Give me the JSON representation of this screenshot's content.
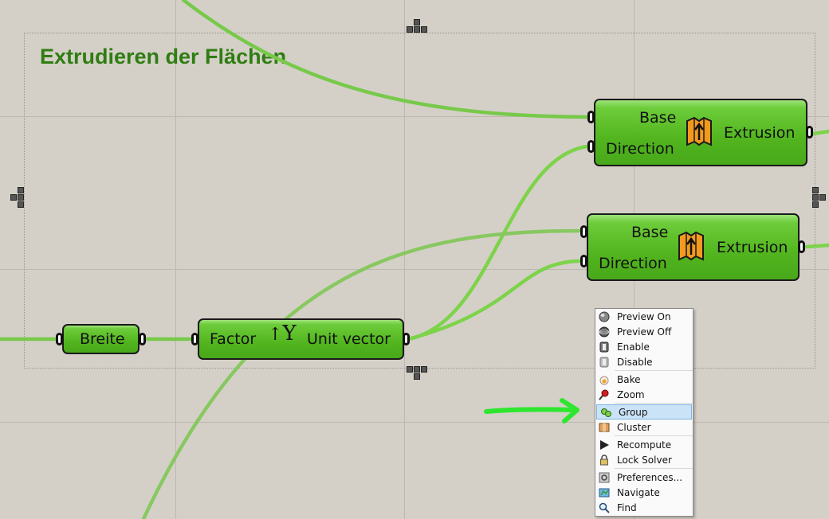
{
  "group": {
    "title": "Extrudieren der Flächen"
  },
  "components": {
    "breite": {
      "label": "Breite"
    },
    "unit_vector": {
      "input": "Factor",
      "icon_glyph": "Y",
      "output": "Unit vector"
    },
    "extrusion_1": {
      "input_base": "Base",
      "input_direction": "Direction",
      "output": "Extrusion"
    },
    "extrusion_2": {
      "input_base": "Base",
      "input_direction": "Direction",
      "output": "Extrusion"
    }
  },
  "context_menu": {
    "items": [
      {
        "label": "Preview On",
        "icon": "sphere-shaded-icon"
      },
      {
        "label": "Preview Off",
        "icon": "sphere-wire-icon"
      },
      {
        "label": "Enable",
        "icon": "enable-icon"
      },
      {
        "label": "Disable",
        "icon": "disable-icon"
      },
      {
        "label": "Bake",
        "icon": "bake-egg-icon"
      },
      {
        "label": "Zoom",
        "icon": "zoom-pin-icon"
      },
      {
        "label": "Group",
        "icon": "group-icon",
        "selected": true
      },
      {
        "label": "Cluster",
        "icon": "cluster-icon"
      },
      {
        "label": "Recompute",
        "icon": "play-icon"
      },
      {
        "label": "Lock Solver",
        "icon": "padlock-icon"
      },
      {
        "label": "Preferences...",
        "icon": "gear-icon"
      },
      {
        "label": "Navigate",
        "icon": "map-icon"
      },
      {
        "label": "Find",
        "icon": "magnifier-icon"
      }
    ]
  },
  "colors": {
    "canvas": "#d4d0c8",
    "wire": "#7dd34a",
    "component": "#52b51e",
    "group_title": "#2f7d12",
    "annotation_arrow": "#2ee62e",
    "menu_selection": "#cbe3f7"
  }
}
